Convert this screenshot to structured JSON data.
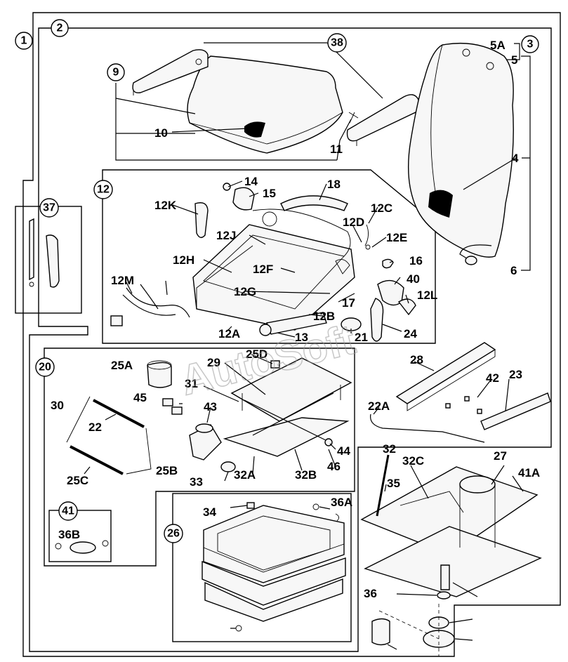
{
  "watermark": "AutoSoft",
  "circled_labels": [
    "1",
    "2",
    "3",
    "9",
    "12",
    "20",
    "26",
    "37",
    "38",
    "41"
  ],
  "callouts": [
    "5A",
    "5",
    "4",
    "6",
    "10",
    "11",
    "14",
    "15",
    "18",
    "12K",
    "12C",
    "12D",
    "12J",
    "12E",
    "12H",
    "12F",
    "16",
    "40",
    "12M",
    "12G",
    "17",
    "12L",
    "12B",
    "12A",
    "13",
    "21",
    "24",
    "25D",
    "25A",
    "29",
    "31",
    "28",
    "42",
    "23",
    "45",
    "43",
    "30",
    "22",
    "22A",
    "44",
    "46",
    "25B",
    "25C",
    "33",
    "32A",
    "32B",
    "32",
    "32C",
    "27",
    "41A",
    "35",
    "34",
    "36A",
    "36B",
    "36"
  ]
}
